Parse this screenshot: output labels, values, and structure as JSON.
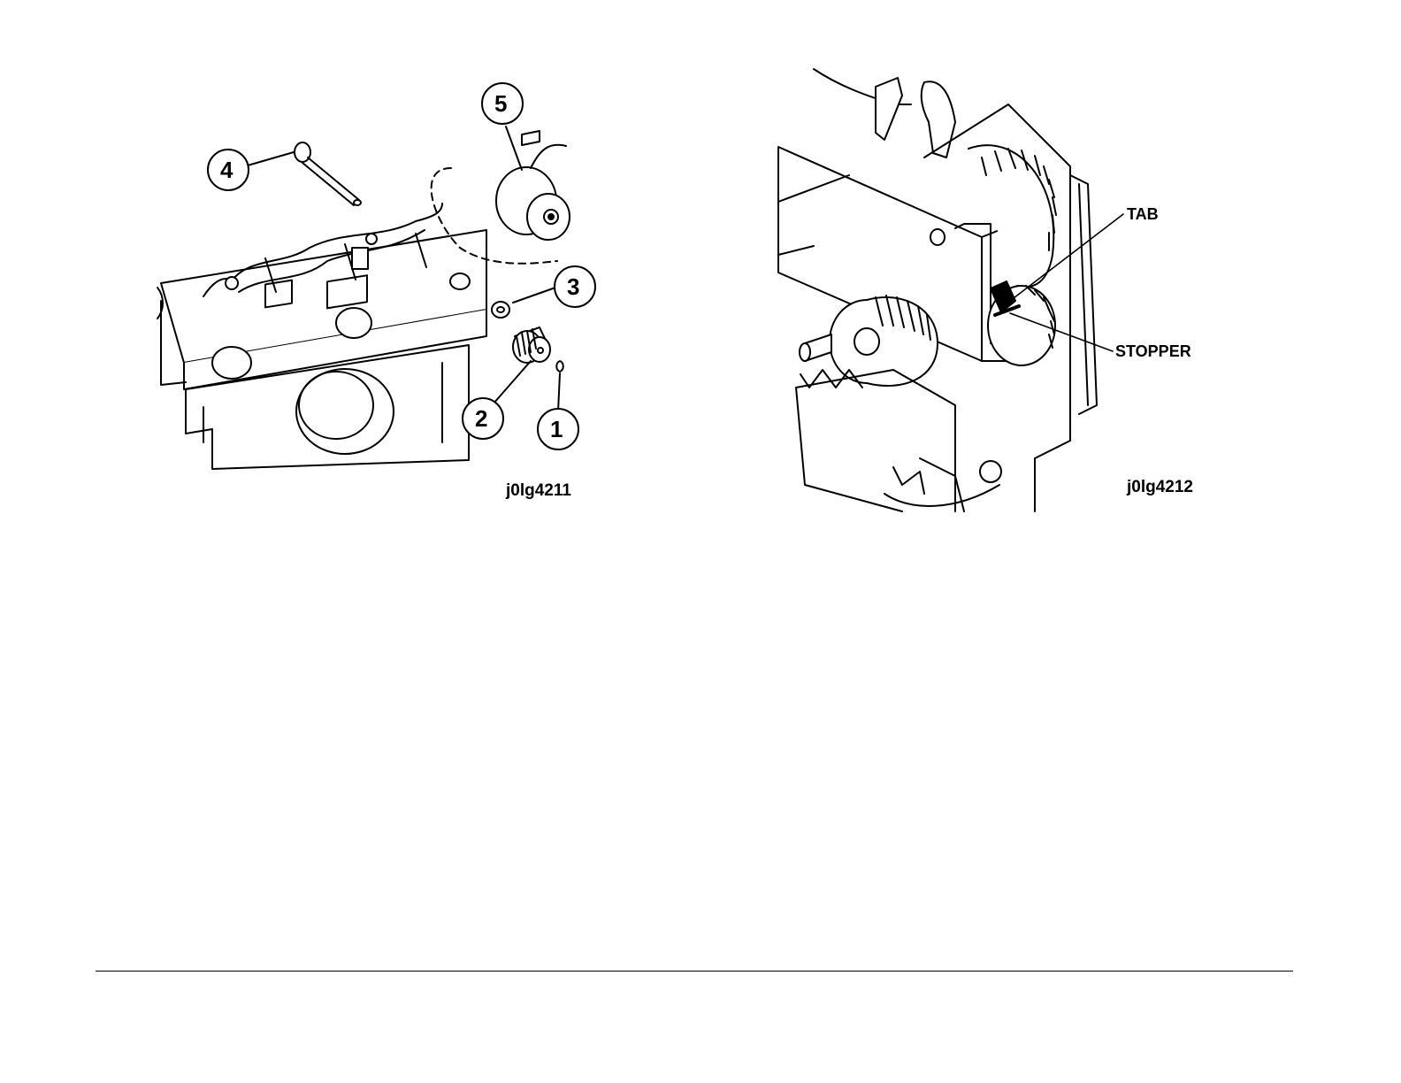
{
  "figures": [
    {
      "id": "j0lg4211",
      "callouts": [
        "1",
        "2",
        "3",
        "4",
        "5"
      ]
    },
    {
      "id": "j0lg4212",
      "labels": {
        "tab": "TAB",
        "stopper": "STOPPER"
      }
    }
  ]
}
